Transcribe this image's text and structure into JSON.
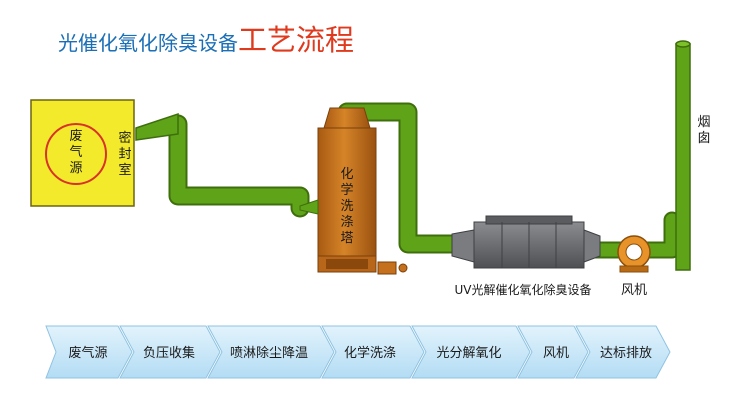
{
  "title": {
    "part1": "光催化氧化除臭设备",
    "part2": "工艺流程"
  },
  "diagram": {
    "source_label": [
      "废",
      "气",
      "源"
    ],
    "sealed_room_label": [
      "密",
      "封",
      "室"
    ],
    "scrubber_label": [
      "化",
      "学",
      "洗",
      "涤",
      "塔"
    ],
    "uv_label": "UV光解催化氧化除臭设备",
    "fan_label": "风机",
    "chimney_label": [
      "烟",
      "囱"
    ]
  },
  "steps": [
    "废气源",
    "负压收集",
    "喷淋除尘降温",
    "化学洗涤",
    "光分解氧化",
    "风机",
    "达标排放"
  ],
  "colors": {
    "pipe": "#5a9a14",
    "pipe_dark": "#3f6e0c",
    "source_fill": "#f4ea2c",
    "source_ring": "#d9322a",
    "tower": "#c4701c",
    "tower_dark": "#8c4a10",
    "uv_box": "#6a6c70",
    "fan": "#e08a1c",
    "step_fill": "#c9e7f8",
    "step_text": "#1a1a1a",
    "title_blue": "#1a6fb6",
    "title_red": "#e03a1e"
  }
}
